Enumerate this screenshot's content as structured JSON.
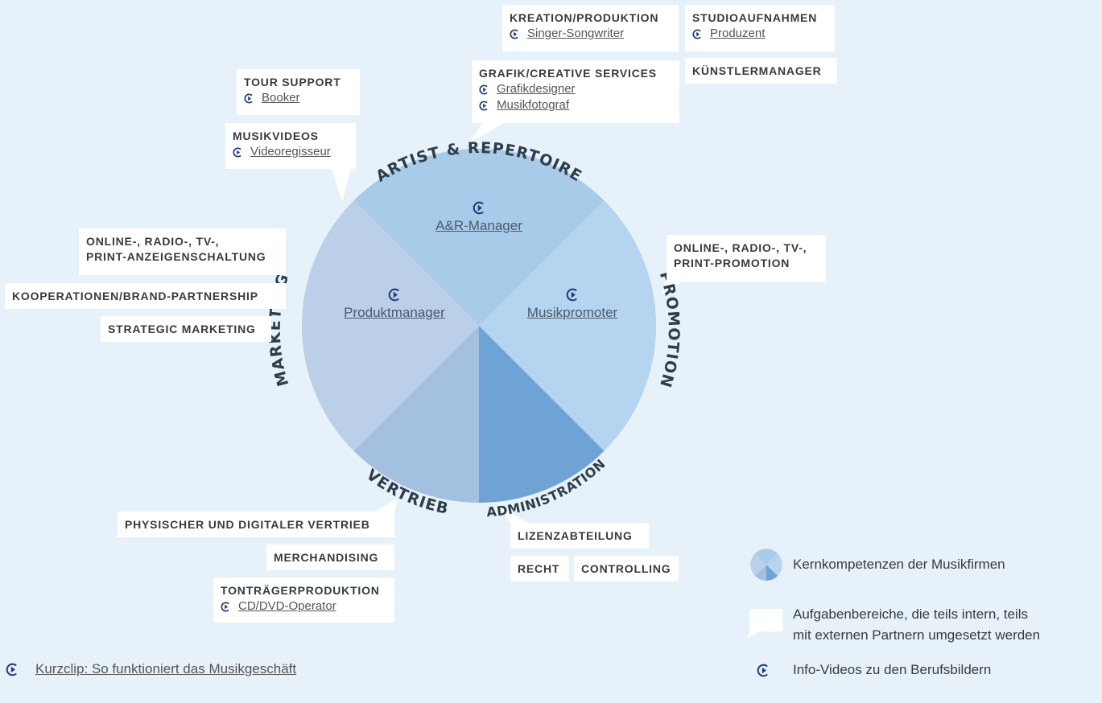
{
  "sectors": {
    "artist_repertoire": "ARTIST & REPERTOIRE",
    "promotion": "PROMOTION",
    "administration": "ADMINISTRATION",
    "vertrieb": "VERTRIEB",
    "marketing": "MARKETING"
  },
  "center_links": {
    "ar_manager": "A&R-Manager",
    "musikpromoter": "Musikpromoter",
    "produktmanager": "Produktmanager"
  },
  "boxes": {
    "kreation": {
      "title": "KREATION/PRODUKTION",
      "link": "Singer-Songwriter"
    },
    "studio": {
      "title": "STUDIOAUFNAHMEN",
      "link": "Produzent"
    },
    "kuenstlermanager": {
      "title": "KÜNSTLERMANAGER"
    },
    "grafik": {
      "title": "GRAFIK/CREATIVE SERVICES",
      "links": [
        "Grafikdesigner",
        "Musikfotograf"
      ]
    },
    "tour": {
      "title": "TOUR SUPPORT",
      "link": "Booker"
    },
    "musikvideos": {
      "title": "MUSIKVIDEOS",
      "link": "Videoregisseur"
    },
    "anzeigen": {
      "title_line1": "ONLINE-, RADIO-, TV-,",
      "title_line2": "PRINT-ANZEIGENSCHALTUNG"
    },
    "kooperationen": {
      "title": "KOOPERATIONEN/BRAND-PARTNERSHIP"
    },
    "strategic": {
      "title": "STRATEGIC MARKETING"
    },
    "promo": {
      "title_line1": "ONLINE-, RADIO-, TV-,",
      "title_line2": "PRINT-PROMOTION"
    },
    "vertrieb_box": {
      "title": "PHYSISCHER UND DIGITALER VERTRIEB"
    },
    "merch": {
      "title": "MERCHANDISING"
    },
    "tontraeger": {
      "title": "TONTRÄGERPRODUKTION",
      "link": "CD/DVD-Operator"
    },
    "lizenz": {
      "title": "LIZENZABTEILUNG"
    },
    "recht": {
      "title": "RECHT"
    },
    "controlling": {
      "title": "CONTROLLING"
    }
  },
  "legend": {
    "core": "Kernkompetenzen der Musikfirmen",
    "tasks_line1": "Aufgabenbereiche, die teils intern, teils",
    "tasks_line2": "mit externen Partnern umgesetzt werden",
    "videos": "Info-Videos zu den Berufsbildern"
  },
  "footer_link": "Kurzclip: So funktioniert das Musikgeschäft",
  "colors": {
    "background": "#e6f1f9",
    "artist_repertoire": "#a8cbea",
    "promotion": "#b4d4ef",
    "administration": "#6fa3d5",
    "vertrieb": "#a4c0e1",
    "marketing": "#bccfe9",
    "icon": "#1f3f7a"
  },
  "icons": {
    "play": "play-circle-icon"
  }
}
